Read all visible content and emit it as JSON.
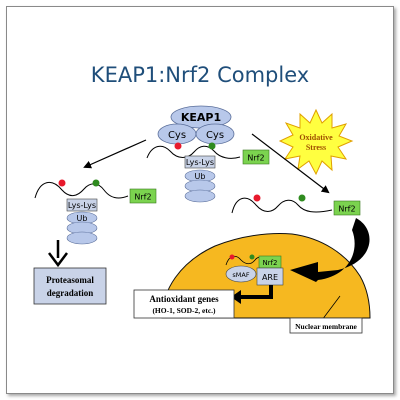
{
  "title": "KEAP1:Nrf2 Complex",
  "keap1": {
    "label": "KEAP1",
    "cys_left": "Cys",
    "cys_right": "Cys",
    "lys_lys": "Lys-Lys",
    "ub": "Ub",
    "nrf2": "Nrf2"
  },
  "degradation_branch": {
    "nrf2": "Nrf2",
    "lys_lys": "Lys-Lys",
    "ub": "Ub",
    "outcome_line1": "Proteasomal",
    "outcome_line2": "degradation"
  },
  "stress": {
    "line1": "Oxidative",
    "line2": "Stress"
  },
  "released": {
    "nrf2": "Nrf2"
  },
  "nucleus": {
    "nrf2": "Nrf2",
    "smaf": "sMAF",
    "are": "ARE",
    "genes_line1": "Antioxidant genes",
    "genes_line2": "(HO-1, SOD-2, etc.)",
    "membrane": "Nuclear membrane"
  },
  "colors": {
    "keap1_fill": "#b8c8ea",
    "nrf2_fill": "#7bd34f",
    "nucleus_fill": "#f6b820",
    "red_residue": "#e8192c",
    "green_residue": "#2f8b1f",
    "burst_fill": "#ffff40",
    "box_fill": "#c9d3e8"
  }
}
